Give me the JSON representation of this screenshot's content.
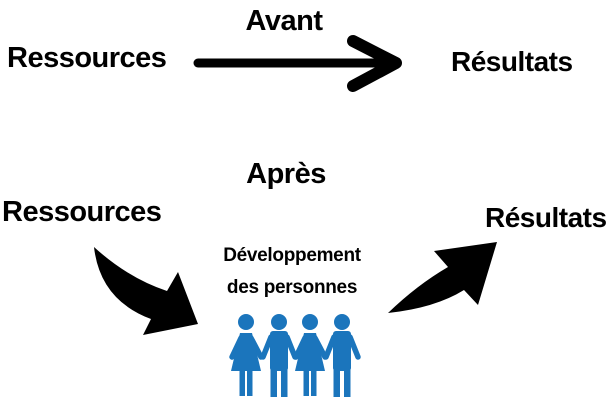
{
  "colors": {
    "ink": "#000000",
    "people_blue": "#1b75bc",
    "background": "#ffffff"
  },
  "before": {
    "title": "Avant",
    "source": "Ressources",
    "target": "Résultats"
  },
  "after": {
    "title": "Après",
    "source": "Ressources",
    "target": "Résultats",
    "middle_line1": "Développement",
    "middle_line2": "des personnes"
  },
  "icons": {
    "straight_arrow": "arrow-right",
    "left_curved_arrow": "curved-arrow-down-right",
    "right_curved_arrow": "curved-arrow-up-right",
    "people_group": "four-people-holding-hands"
  }
}
